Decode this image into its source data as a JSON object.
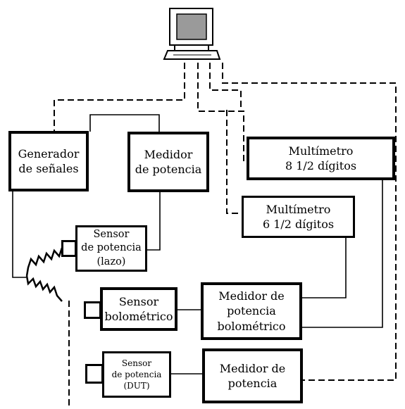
{
  "diagram": {
    "computer": {
      "icon": "computer-icon"
    },
    "blocks": {
      "signal_generator": "Generador\nde señales",
      "power_meter_top": "Medidor\nde potencia",
      "multimeter_8": "Multímetro\n8 1/2 dígitos",
      "multimeter_6": "Multímetro\n6 1/2 dígitos",
      "sensor_loop": "Sensor\nde potencia\n(lazo)",
      "sensor_bolometric": "Sensor\nbolométrico",
      "bolometric_meter": "Medidor de\npotencia\nbolométrico",
      "sensor_dut": "Sensor\nde potencia\n(DUT)",
      "power_meter_bottom": "Medidor de\npotencia"
    },
    "colors": {
      "line": "#000000",
      "screen": "#9a9a9a",
      "body": "#ffffff"
    }
  }
}
